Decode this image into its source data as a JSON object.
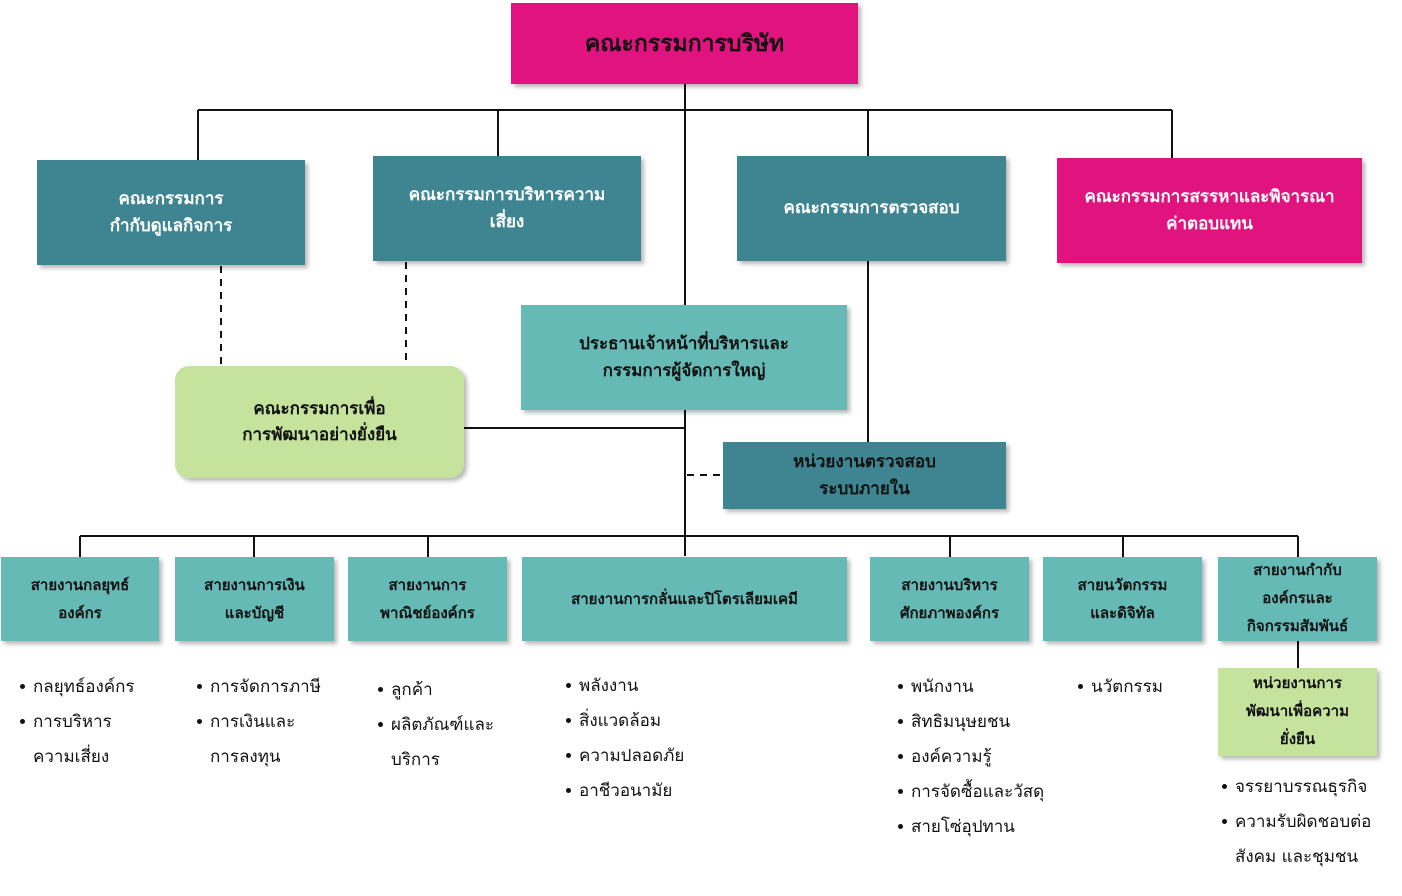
{
  "board": {
    "label": "คณะกรรมการบริษัท"
  },
  "committees": {
    "governance": {
      "line1": "คณะกรรมการ",
      "line2": "กำกับดูแลกิจการ"
    },
    "risk": {
      "line1": "คณะกรรมการบริหารความ",
      "line2": "เสี่ยง"
    },
    "audit": {
      "label": "คณะกรรมการตรวจสอบ"
    },
    "nomination": {
      "line1": "คณะกรรมการสรรหาและพิจารณา",
      "line2": "ค่าตอบแทน"
    },
    "sustainability": {
      "line1": "คณะกรรมการเพื่อ",
      "line2": "การพัฒนาอย่างยั่งยืน"
    }
  },
  "ceo": {
    "line1": "ประธานเจ้าหน้าที่บริหารและ",
    "line2": "กรรมการผู้จัดการใหญ่"
  },
  "internal_audit": {
    "line1": "หน่วยงานตรวจสอบ",
    "line2": "ระบบภายใน"
  },
  "divisions": [
    {
      "line1": "สายงานกลยุทธ์",
      "line2": "องค์กร",
      "tasks": [
        "กลยุทธ์องค์กร",
        "การบริหาร|ความเสี่ยง"
      ]
    },
    {
      "line1": "สายงานการเงิน",
      "line2": "และบัญชี",
      "tasks": [
        "การจัดการภาษี",
        "การเงินและ|การลงทุน"
      ]
    },
    {
      "line1": "สายงานการ",
      "line2": "พาณิชย์องค์กร",
      "tasks": [
        "ลูกค้า",
        "ผลิตภัณฑ์และ|บริการ"
      ]
    },
    {
      "line1": "สายงานการกลั่นและปิโตรเลียมเคมี",
      "line2": "",
      "tasks": [
        "พลังงาน",
        "สิ่งแวดล้อม",
        "ความปลอดภัย",
        "อาชีวอนามัย"
      ]
    },
    {
      "line1": "สายงานบริหาร",
      "line2": "ศักยภาพองค์กร",
      "tasks": [
        "พนักงาน",
        "สิทธิมนุษยชน",
        "องค์ความรู้",
        "การจัดซื้อและวัสดุ",
        "สายโซ่อุปทาน"
      ]
    },
    {
      "line1": "สายนวัตกรรม",
      "line2": "และดิจิทัล",
      "tasks": [
        "นวัตกรรม"
      ]
    },
    {
      "line1": "สายงานกำกับ",
      "line2": "องค์กรและ",
      "line3": "กิจกรรมสัมพันธ์",
      "tasks": [
        "จรรยาบรรณธุรกิจ",
        "ความรับผิดชอบต่อ|สังคม และชุมชน"
      ]
    }
  ],
  "sustainability_unit": {
    "line1": "หน่วยงานการ",
    "line2": "พัฒนาเพื่อความ",
    "line3": "ยั่งยืน"
  },
  "colors": {
    "pink": "#e0137f",
    "teal": "#3f8591",
    "light_teal": "#66bab6",
    "light_green": "#c5e39c"
  }
}
